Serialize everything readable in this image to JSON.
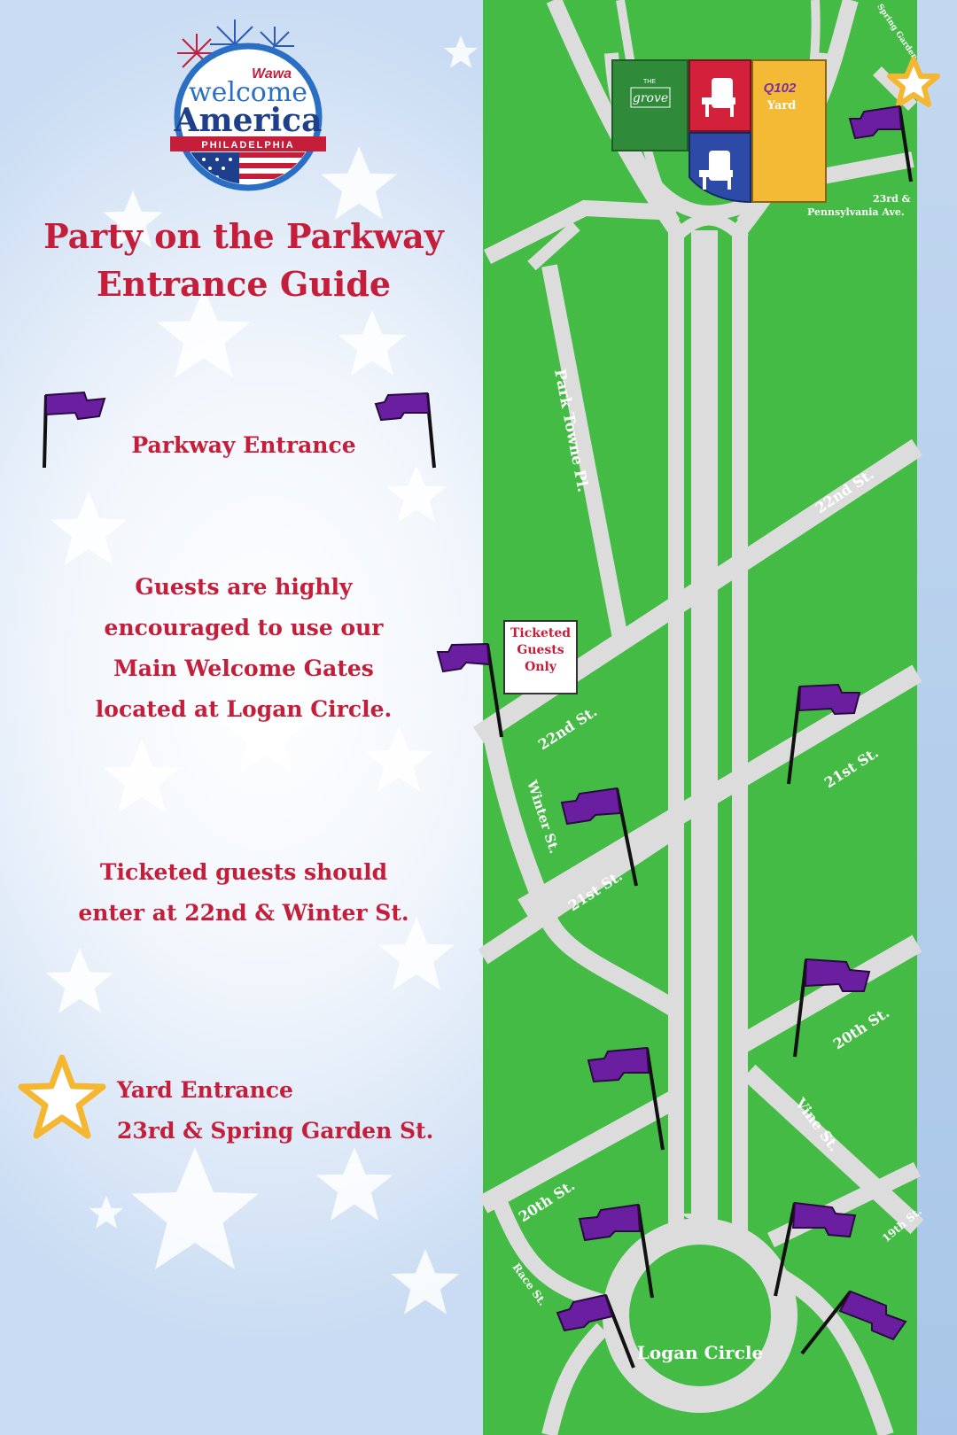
{
  "brand": {
    "wawa": "Wawa",
    "line1": "welcome",
    "line2": "America",
    "city": "PHILADELPHIA"
  },
  "title": {
    "line1": "Party on the Parkway",
    "line2": "Entrance Guide"
  },
  "legend": {
    "parkway_entrance": "Parkway Entrance",
    "guests_line1": "Guests are highly",
    "guests_line2": "encouraged to use our",
    "guests_line3": "Main Welcome Gates",
    "guests_line4": "located at Logan Circle.",
    "ticketed_line1": "Ticketed guests should",
    "ticketed_line2": "enter at 22nd & Winter St.",
    "yard_line1": "Yard Entrance",
    "yard_line2": "23rd & Spring Garden St."
  },
  "map": {
    "streets": {
      "park_towne": "Park Towne Pl.",
      "st22_upper": "22nd St.",
      "st22_lower": "22nd St.",
      "winter": "Winter St.",
      "st21_right": "21st St.",
      "st21_left": "21st St.",
      "st20_right": "20th St.",
      "st20_left": "20th St.",
      "vine": "Vine St.",
      "st19": "19th St.",
      "race": "Race St.",
      "spring_garden": "Spring Garden",
      "penn_line1": "23rd &",
      "penn_line2": "Pennsylvania Ave."
    },
    "logan_circle": "Logan Circle",
    "ticket_box": {
      "line1": "Ticketed",
      "line2": "Guests",
      "line3": "Only"
    },
    "zones": {
      "grove_small": "THE",
      "grove": "grove",
      "q102": "Q102",
      "yard": "Yard"
    }
  },
  "colors": {
    "red": "#c41e3a",
    "green": "#44bb44",
    "road": "#dcdcdc",
    "flag": "#6a1fa0",
    "star": "#f5b731",
    "grove": "#2f8a3a",
    "yard": "#f4b935",
    "blue_zone": "#2d4aa7",
    "red_zone": "#d3213c"
  }
}
